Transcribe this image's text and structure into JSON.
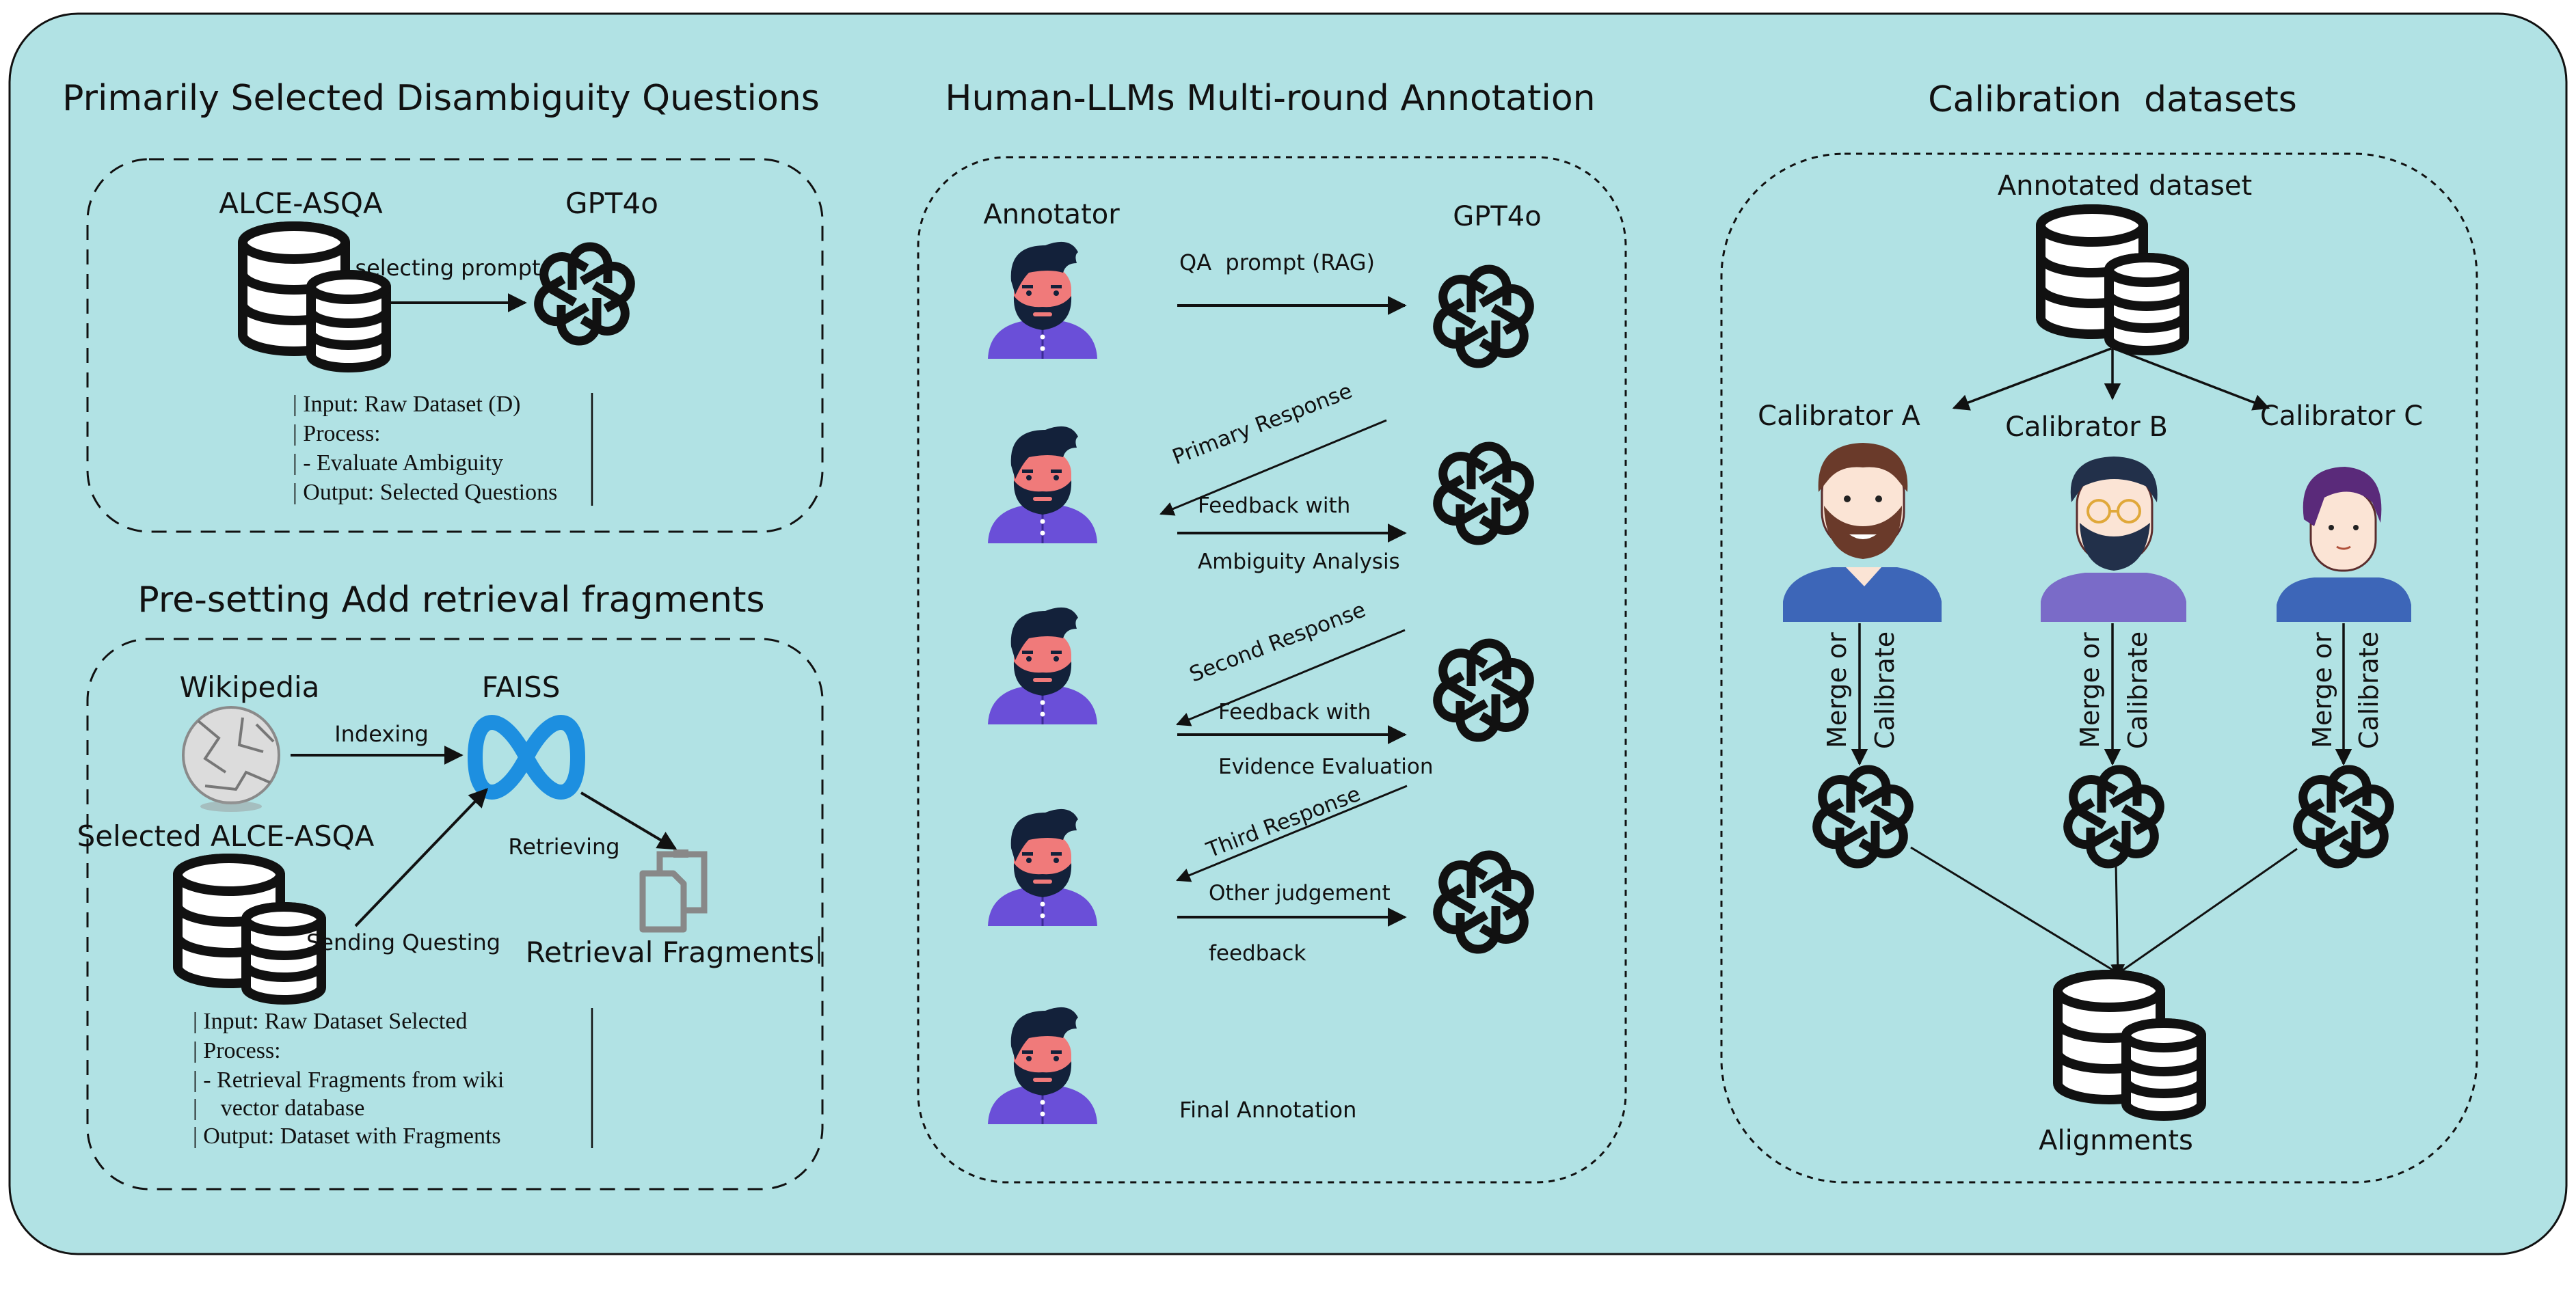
{
  "colors": {
    "background": "#b1e2e4",
    "stroke": "#111111",
    "avatar_shirt": "#6a4fd8",
    "avatar_skin": "#f07a7a",
    "avatar_hair": "#13213a",
    "calibrator_shirt": "#3d66b8",
    "faiss_blue": "#1d8fe0"
  },
  "panel1": {
    "title": "Primarily Selected Disambiguity Questions",
    "source_label": "ALCE-ASQA",
    "model_label": "GPT4o",
    "arrow_label": "selecting prompt",
    "process_lines": [
      "| Input: Raw Dataset (D)",
      "| Process:",
      "| - Evaluate Ambiguity",
      "| Output: Selected Questions"
    ]
  },
  "panel2": {
    "title": "Pre-setting Add retrieval fragments",
    "wiki_label": "Wikipedia",
    "faiss_label": "FAISS",
    "indexing_label": "Indexing",
    "source_label": "Selected ALCE-ASQA",
    "sending_label": "Sending Questing",
    "retrieving_label": "Retrieving",
    "fragments_label": "Retrieval Fragments",
    "process_lines": [
      "| Input: Raw Dataset Selected",
      "| Process:",
      "| - Retrieval Fragments from wiki",
      "|    vector database",
      "| Output: Dataset with Fragments"
    ]
  },
  "panel3": {
    "title": "Human-LLMs Multi-round Annotation",
    "annotator_label": "Annotator",
    "model_label": "GPT4o",
    "round1_label": "QA  prompt (RAG)",
    "round2_response": "Primary Response",
    "round2_feedback_top": "Feedback with",
    "round2_feedback_bottom": "Ambiguity Analysis",
    "round3_response": "Second Response",
    "round3_feedback_top": "Feedback with",
    "round3_feedback_bottom": "Evidence Evaluation",
    "round4_response": "Third Response",
    "round4_feedback_top": "Other judgement",
    "round4_feedback_bottom": "feedback",
    "final_label": "Final Annotation"
  },
  "panel4": {
    "title": "Calibration  datasets",
    "dataset_label": "Annotated dataset",
    "calibrators": [
      "Calibrator A",
      "Calibrator B",
      "Calibrator C"
    ],
    "merge_label": "Merge or",
    "calibrate_label": "Calibrate",
    "output_label": "Alignments"
  }
}
